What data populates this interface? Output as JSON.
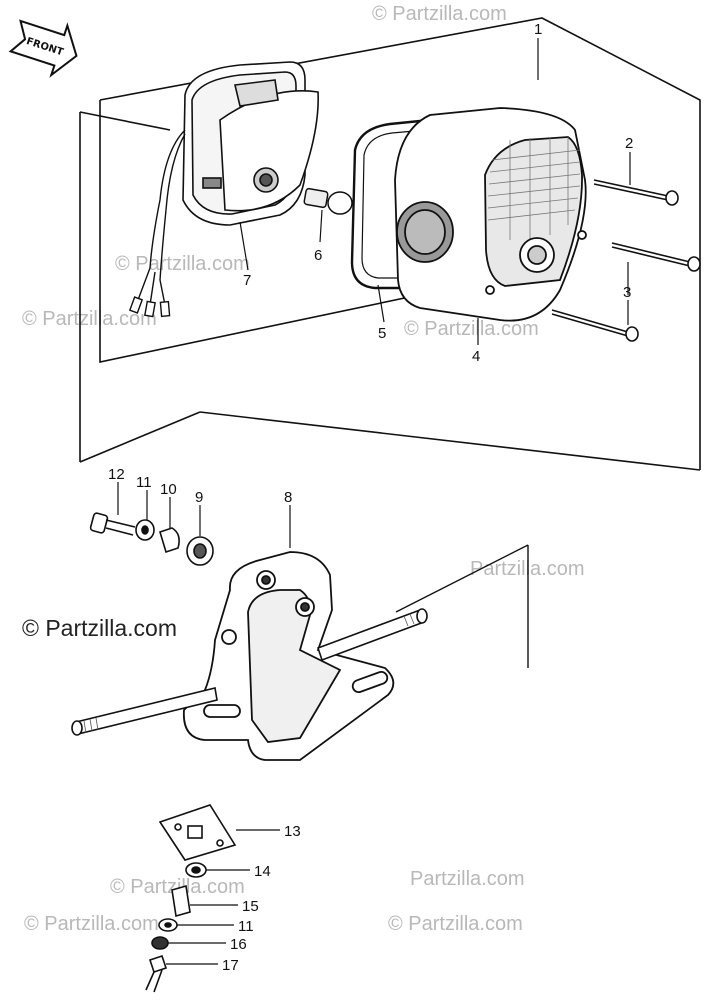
{
  "badge": {
    "front": "FRONT"
  },
  "watermarks": {
    "main": "© Partzilla.com",
    "small": "© Partzilla.com",
    "mid_right": "Partzilla.com",
    "bolt_area": "© Partzilla.com"
  },
  "callouts": {
    "c1": "1",
    "c2": "2",
    "c3": "3",
    "c4": "4",
    "c5": "5",
    "c6": "6",
    "c7": "7",
    "c8": "8",
    "c9": "9",
    "c10": "10",
    "c11a": "11",
    "c12": "12",
    "c13": "13",
    "c14": "14",
    "c15": "15",
    "c11b": "11",
    "c16": "16",
    "c17": "17"
  }
}
